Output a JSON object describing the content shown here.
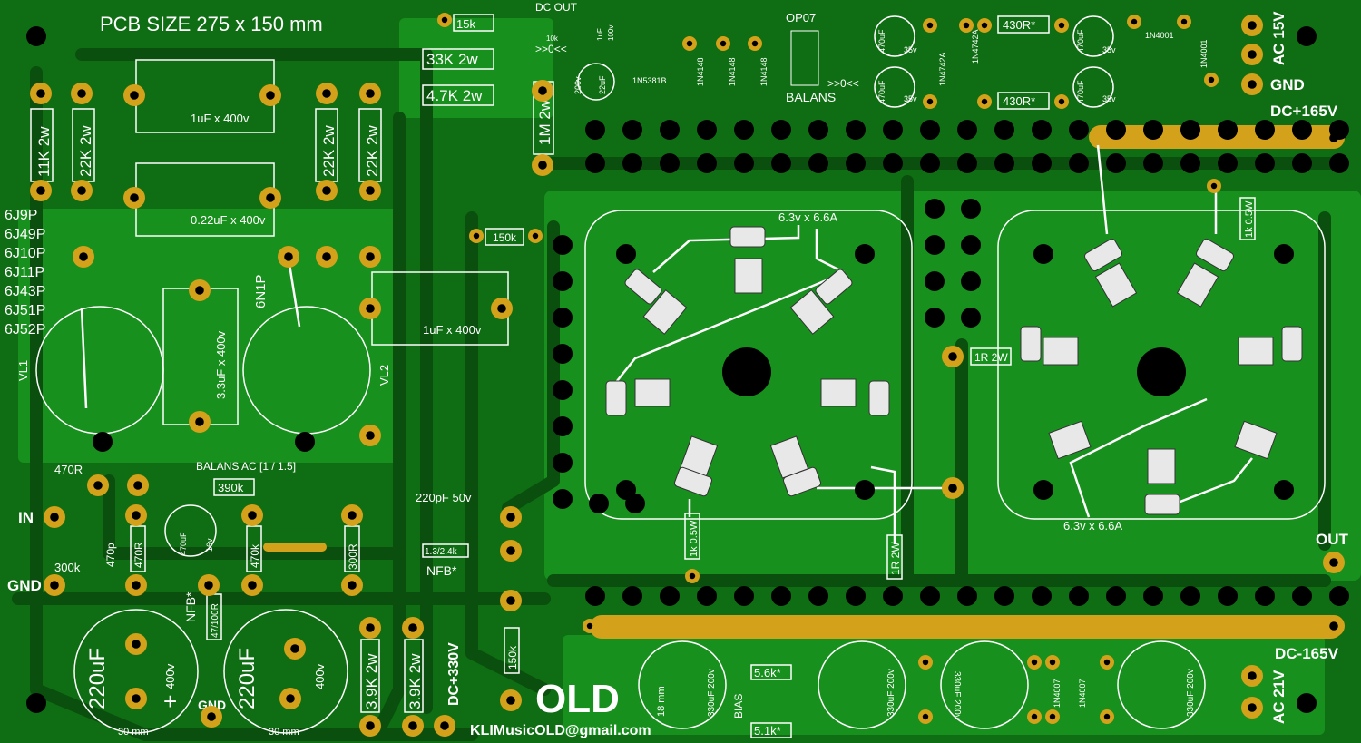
{
  "board": {
    "title": "PCB SIZE 275 x 150 mm",
    "author_email": "KLIMusicOLD@gmail.com",
    "brand": "OLD",
    "colors": {
      "substrate": "#0f6e13",
      "copper_plane": "#17901d",
      "trace": "#0a4f0d",
      "pad": "#d4a11b",
      "hole": "#000000",
      "silk": "#ffffff"
    }
  },
  "tube_list": [
    "6J9P",
    "6J49P",
    "6J10P",
    "6J11P",
    "6J43P",
    "6J51P",
    "6J52P"
  ],
  "resistors": [
    "11K 2w",
    "22K 2w",
    "22K 2w",
    "22K 2w",
    "15k",
    "33K 2w",
    "4.7K 2w",
    "1M 2w",
    "150k",
    "430R*",
    "430R*",
    "1k 0.5W",
    "1k 0.5W",
    "1R 2W",
    "1R 2W",
    "470R",
    "300k",
    "470R",
    "470k",
    "300R",
    "390k",
    "1.3/2.4k",
    "47/100R",
    "3.9K 2w",
    "3.9K 2w",
    "150k",
    "5.6k*",
    "5.1k*"
  ],
  "capacitors": [
    "1uF x 400v",
    "0.22uF x 400v",
    "3.3uF x 400v",
    "1uF x 400v",
    "220pF 50v",
    "470p",
    "220uF",
    "220uF",
    "400v",
    "400v",
    "470uF",
    "16v",
    "470uF",
    "35v",
    "470uF",
    "35v",
    "470uF",
    "35v",
    "470uF",
    "35v",
    "22uF",
    "200v",
    "330uF 200v",
    "330uF 200v",
    "330uF 200v",
    "330uF 200v",
    "1uF",
    "100v"
  ],
  "semis": [
    "1N5381B",
    "1N4148",
    "1N4148",
    "1N4148",
    "1N4742A",
    "1N4742A",
    "1N4001",
    "1N4001",
    "1N4007",
    "1N4007",
    "OP07"
  ],
  "labels": {
    "dc_out": "DC OUT",
    "balans": "BALANS",
    "balans_ac": "BALANS AC [1 / 1.5]",
    "nfb": "NFB*",
    "nfb2": "NFB*",
    "bias": "BIAS",
    "trim": "10k",
    "in": "IN",
    "gnd": "GND",
    "gnd2": "GND",
    "gnd3": "GND",
    "out": "OUT",
    "ac15": "AC 15V",
    "ac21": "AC 21V",
    "dc_pos": "DC+165V",
    "dc_neg": "DC-165V",
    "dc330": "DC+330V",
    "heater": "6.3v x 6.6A",
    "heater2": "6.3v x 6.6A",
    "arrow": ">>0<<",
    "arrow2": ">>0<<",
    "vl1": "VL1",
    "vl2": "VL2",
    "tube2": "6N1P",
    "size30": "30 mm",
    "size30b": "30 mm",
    "size18": "18 mm",
    "plus": "+"
  }
}
